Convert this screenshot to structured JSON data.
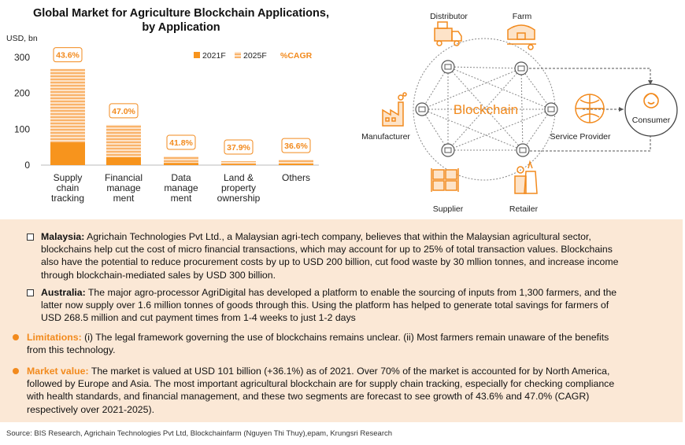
{
  "chart": {
    "title_line1": "Global Market for Agriculture Blockchain Applications,",
    "title_line2": "by Application",
    "ylabel": "USD, bn",
    "legend": {
      "s2021": "2021F",
      "s2025": "2025F",
      "cagr": "%CAGR"
    }
  },
  "chart_data": {
    "type": "bar",
    "title": "Global Market for Agriculture Blockchain Applications, by Application",
    "ylabel": "USD, bn",
    "ylim": [
      0,
      300
    ],
    "yticks": [
      0,
      100,
      200,
      300
    ],
    "categories": [
      [
        "Supply",
        "chain",
        "tracking"
      ],
      [
        "Financial",
        "manage",
        "ment"
      ],
      [
        "Data",
        "manage",
        "ment"
      ],
      [
        "Land &",
        "property",
        "ownership"
      ],
      [
        "Others"
      ]
    ],
    "series": [
      {
        "name": "2021F",
        "values": [
          63,
          22,
          6,
          3,
          4
        ]
      },
      {
        "name": "2025F",
        "values": [
          268,
          112,
          24,
          11,
          15
        ]
      }
    ],
    "cagr": [
      "43.6%",
      "47.0%",
      "41.8%",
      "37.9%",
      "36.6%"
    ],
    "colors": {
      "s2021": "#f7941d",
      "s2025": "#fbc795",
      "cagr": "#f28a1d"
    }
  },
  "diagram": {
    "center_label": "Blockchain",
    "nodes": {
      "distributor": "Distributor",
      "farm": "Farm",
      "manufacturer": "Manufacturer",
      "service_provider": "Service Provider",
      "supplier": "Supplier",
      "retailer": "Retailer",
      "consumer": "Consumer"
    },
    "accent": "#f28a1d"
  },
  "text": {
    "malaysia_label": "Malaysia:",
    "malaysia_lines": [
      "Agrichain Technologies Pvt Ltd., a Malaysian agri-tech company, believes that within the Malaysian agricultural sector,",
      "blockchains help cut the cost of micro financial transactions, which may account for up to 25% of total transaction values. Blockchains",
      "also have the potential to reduce procurement costs by up to USD 200 billion, cut food waste by 30 mllion tonnes, and increase income",
      "through blockchain-mediated sales by USD 300 billion."
    ],
    "australia_label": "Australia:",
    "australia_lines": [
      "The major agro-processor AgriDigital has developed a platform to enable the sourcing of inputs from 1,300 farmers, and the",
      "latter now supply over 1.6 million tonnes of goods through this. Using the platform has helped to generate total savings for farmers of",
      "USD 268.5 million and cut payment times from 1-4 weeks to just 1-2 days"
    ],
    "limitations_label": "Limitations:",
    "limitations_lines": [
      "(i) The legal framework governing the use of blockchains remains unclear. (ii) Most farmers remain unaware of the benefits",
      "from this technology."
    ],
    "market_label": "Market value:",
    "market_lines": [
      "The market is valued at USD 101 billion (+36.1%) as of 2021. Over 70% of the market is accounted for by North America,",
      "followed by Europe and Asia. The most important agricultural blockchain are for supply chain tracking, especially for checking compliance",
      "with health standards, and financial management, and these two segments are forecast to see growth of 43.6% and 47.0% (CAGR)",
      "respectively over 2021-2025)."
    ]
  },
  "source": "Source: BIS Research, Agrichain Technologies Pvt Ltd, Blockchainfarm (Nguyen Thi Thuy),epam, Krungsri Research"
}
